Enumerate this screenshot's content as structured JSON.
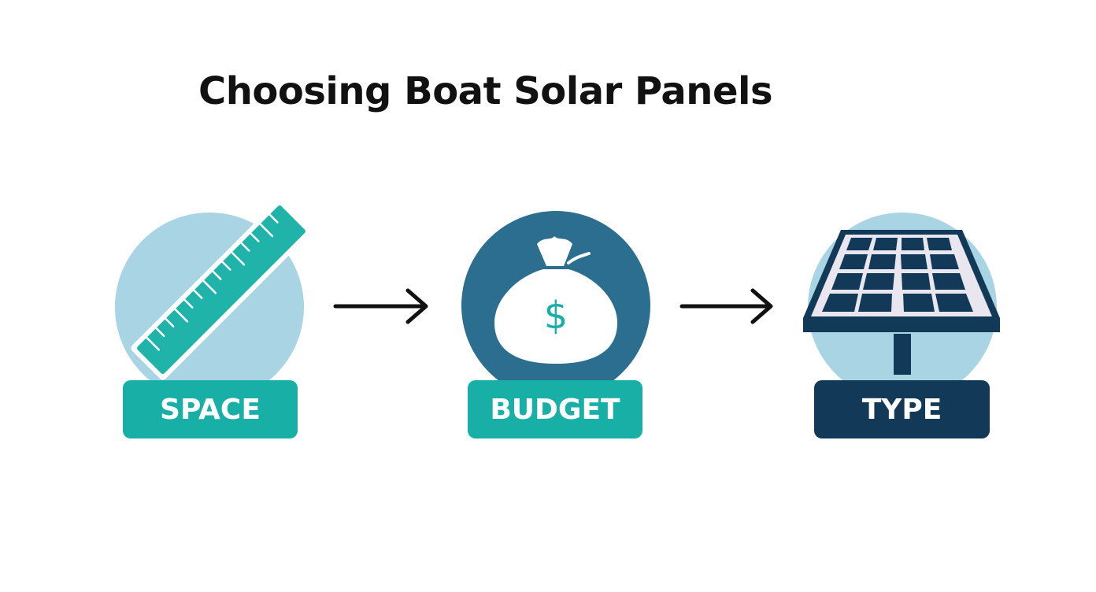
{
  "title": "Choosing Boat Solar Panels",
  "steps": [
    {
      "label": "SPACE",
      "icon": "ruler-icon",
      "color": "#17AFA6"
    },
    {
      "label": "BUDGET",
      "icon": "money-bag-icon",
      "color": "#17AFA6"
    },
    {
      "label": "TYPE",
      "icon": "solar-panel-icon",
      "color": "#123A58"
    }
  ],
  "arrows": [
    "arrow-right-icon",
    "arrow-right-icon"
  ],
  "colors": {
    "light_circle": "#A9D4E3",
    "teal": "#17AFA6",
    "dark_blue": "#2B6E8F",
    "navy": "#123A58",
    "arrow": "#111111"
  },
  "budget_symbol": "$"
}
